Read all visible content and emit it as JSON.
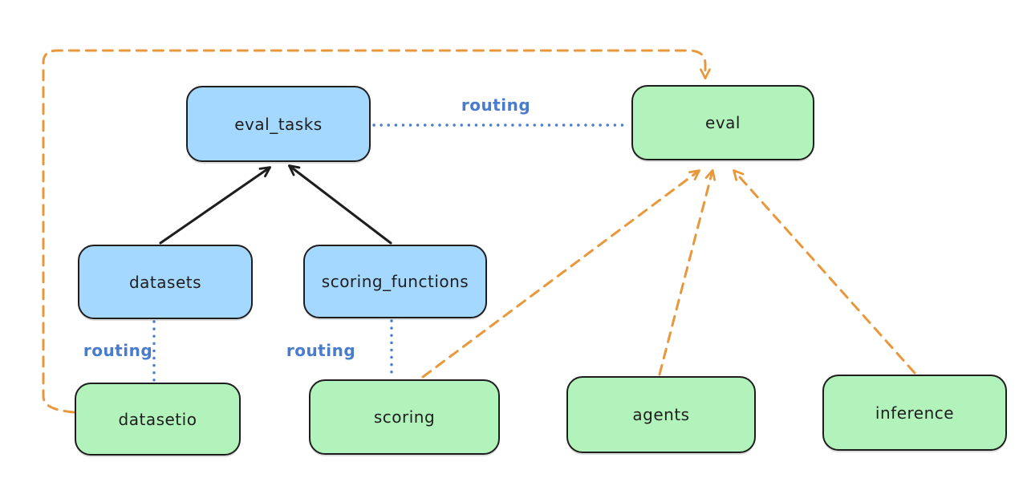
{
  "colors": {
    "stroke_dark": "#1e1e1e",
    "box_blue_fill": "#a5d8ff",
    "box_green_fill": "#b2f2bb",
    "arrow_orange": "#e8973a",
    "routing_blue": "#4a7cce",
    "canvas_bg": "#ffffff"
  },
  "nodes": {
    "eval_tasks": {
      "label": "eval_tasks",
      "color": "blue"
    },
    "eval": {
      "label": "eval",
      "color": "green"
    },
    "datasets": {
      "label": "datasets",
      "color": "blue"
    },
    "scoring_functions": {
      "label": "scoring_functions",
      "color": "blue"
    },
    "datasetio": {
      "label": "datasetio",
      "color": "green"
    },
    "scoring": {
      "label": "scoring",
      "color": "green"
    },
    "agents": {
      "label": "agents",
      "color": "green"
    },
    "inference": {
      "label": "inference",
      "color": "green"
    }
  },
  "edges": [
    {
      "from": "datasets",
      "to": "eval_tasks",
      "style": "solid-black-arrow",
      "label": ""
    },
    {
      "from": "scoring_functions",
      "to": "eval_tasks",
      "style": "solid-black-arrow",
      "label": ""
    },
    {
      "from": "eval_tasks",
      "to": "eval",
      "style": "dotted-blue",
      "label": "routing"
    },
    {
      "from": "datasets",
      "to": "datasetio",
      "style": "dotted-blue",
      "label": "routing"
    },
    {
      "from": "scoring_functions",
      "to": "scoring",
      "style": "dotted-blue",
      "label": "routing"
    },
    {
      "from": "datasetio",
      "to": "eval",
      "style": "dashed-orange-arrow",
      "label": ""
    },
    {
      "from": "scoring",
      "to": "eval",
      "style": "dashed-orange-arrow",
      "label": ""
    },
    {
      "from": "agents",
      "to": "eval",
      "style": "dashed-orange-arrow",
      "label": ""
    },
    {
      "from": "inference",
      "to": "eval",
      "style": "dashed-orange-arrow",
      "label": ""
    }
  ]
}
